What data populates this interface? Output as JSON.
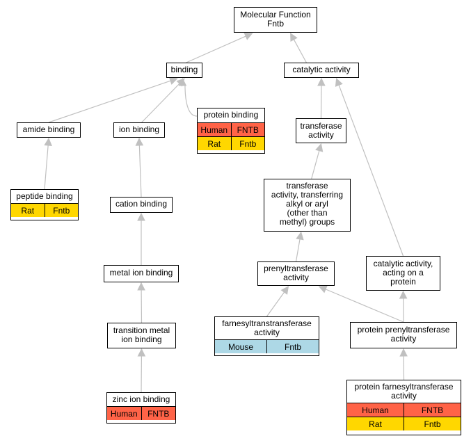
{
  "colors": {
    "human": "#ff6347",
    "rat": "#ffd700",
    "mouse": "#add8e6",
    "edge": "#c0c0c0"
  },
  "nodes": {
    "root": {
      "label": "Molecular Function\nFntb"
    },
    "binding": {
      "label": "binding"
    },
    "catalytic": {
      "label": "catalytic activity"
    },
    "amide": {
      "label": "amide binding"
    },
    "ion": {
      "label": "ion binding"
    },
    "protein_binding": {
      "label": "protein binding",
      "rows": [
        {
          "species": "Human",
          "gene": "FNTB"
        },
        {
          "species": "Rat",
          "gene": "Fntb"
        }
      ]
    },
    "transferase": {
      "label": "transferase\nactivity"
    },
    "peptide": {
      "label": "peptide binding",
      "rows": [
        {
          "species": "Rat",
          "gene": "Fntb"
        }
      ]
    },
    "cation": {
      "label": "cation binding"
    },
    "transferring": {
      "label": "transferase\nactivity, transferring\nalkyl or aryl\n(other than\nmethyl) groups"
    },
    "metal": {
      "label": "metal ion binding"
    },
    "prenyltransferase": {
      "label": "prenyltransferase\nactivity"
    },
    "cat_protein": {
      "label": "catalytic activity,\nacting on a\nprotein"
    },
    "transition": {
      "label": "transition metal\nion binding"
    },
    "farnesyl_trans": {
      "label": "farnesyltranstransferase\nactivity",
      "rows": [
        {
          "species": "Mouse",
          "gene": "Fntb"
        }
      ]
    },
    "protein_prenyl": {
      "label": "protein prenyltransferase\nactivity"
    },
    "zinc": {
      "label": "zinc ion binding",
      "rows": [
        {
          "species": "Human",
          "gene": "FNTB"
        }
      ]
    },
    "protein_farnesyl": {
      "label": "protein farnesyltransferase\nactivity",
      "rows": [
        {
          "species": "Human",
          "gene": "FNTB"
        },
        {
          "species": "Rat",
          "gene": "Fntb"
        }
      ]
    }
  },
  "edges": [
    {
      "from": "binding",
      "to": "root"
    },
    {
      "from": "catalytic",
      "to": "root"
    },
    {
      "from": "amide",
      "to": "binding"
    },
    {
      "from": "ion",
      "to": "binding"
    },
    {
      "from": "protein_binding",
      "to": "binding"
    },
    {
      "from": "transferase",
      "to": "catalytic"
    },
    {
      "from": "cat_protein",
      "to": "catalytic"
    },
    {
      "from": "peptide",
      "to": "amide"
    },
    {
      "from": "cation",
      "to": "ion"
    },
    {
      "from": "transferring",
      "to": "transferase"
    },
    {
      "from": "metal",
      "to": "cation"
    },
    {
      "from": "prenyltransferase",
      "to": "transferring"
    },
    {
      "from": "transition",
      "to": "metal"
    },
    {
      "from": "farnesyl_trans",
      "to": "prenyltransferase"
    },
    {
      "from": "protein_prenyl",
      "to": "prenyltransferase"
    },
    {
      "from": "protein_prenyl",
      "to": "cat_protein"
    },
    {
      "from": "zinc",
      "to": "transition"
    },
    {
      "from": "protein_farnesyl",
      "to": "protein_prenyl"
    }
  ]
}
